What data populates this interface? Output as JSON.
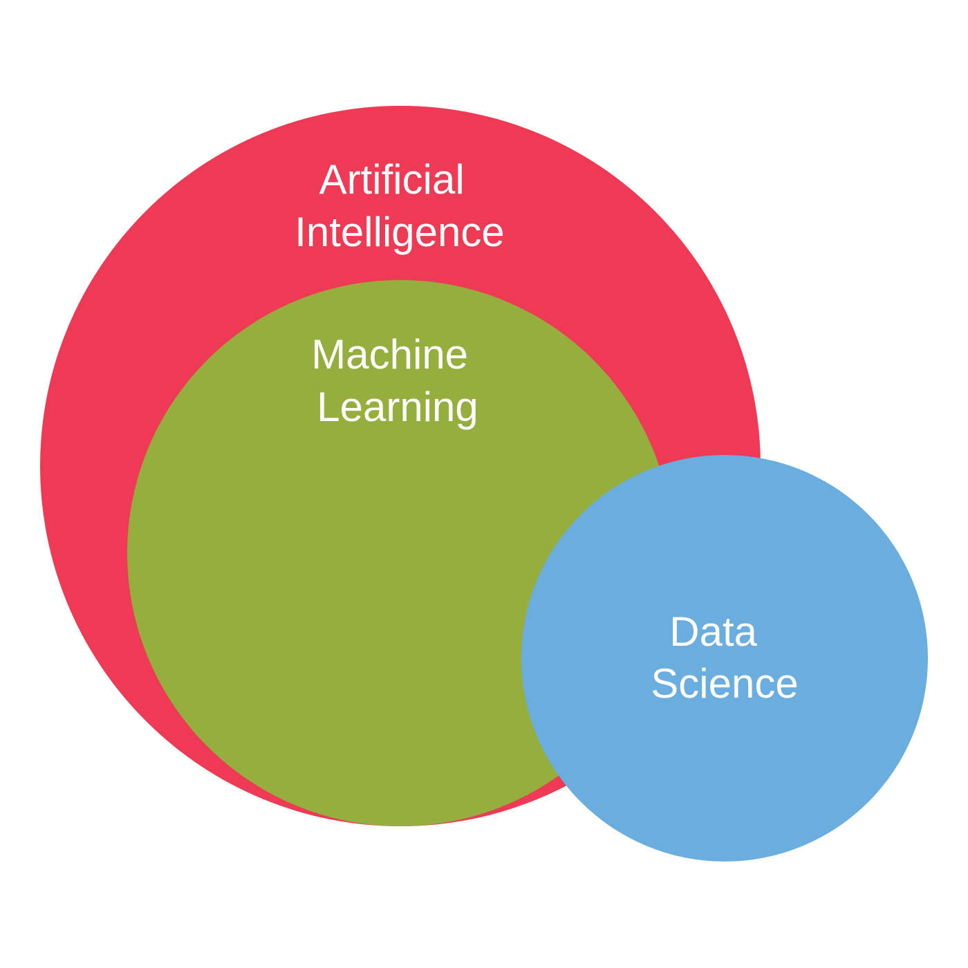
{
  "diagram": {
    "circles": [
      {
        "id": "ai",
        "label_lines": [
          "Artificial",
          "Intelligence"
        ],
        "color": "#ee3a54"
      },
      {
        "id": "ml",
        "label_lines": [
          "Machine",
          "Learning"
        ],
        "color": "#95ae3d"
      },
      {
        "id": "ds",
        "label_lines": [
          "Data",
          "Science"
        ],
        "color": "#6aaddf"
      }
    ],
    "relations": [
      {
        "inner": "ml",
        "outer": "ai",
        "type": "contained-in"
      },
      {
        "a": "ds",
        "b": "ai",
        "type": "overlaps"
      },
      {
        "a": "ds",
        "b": "ml",
        "type": "overlaps"
      }
    ]
  }
}
